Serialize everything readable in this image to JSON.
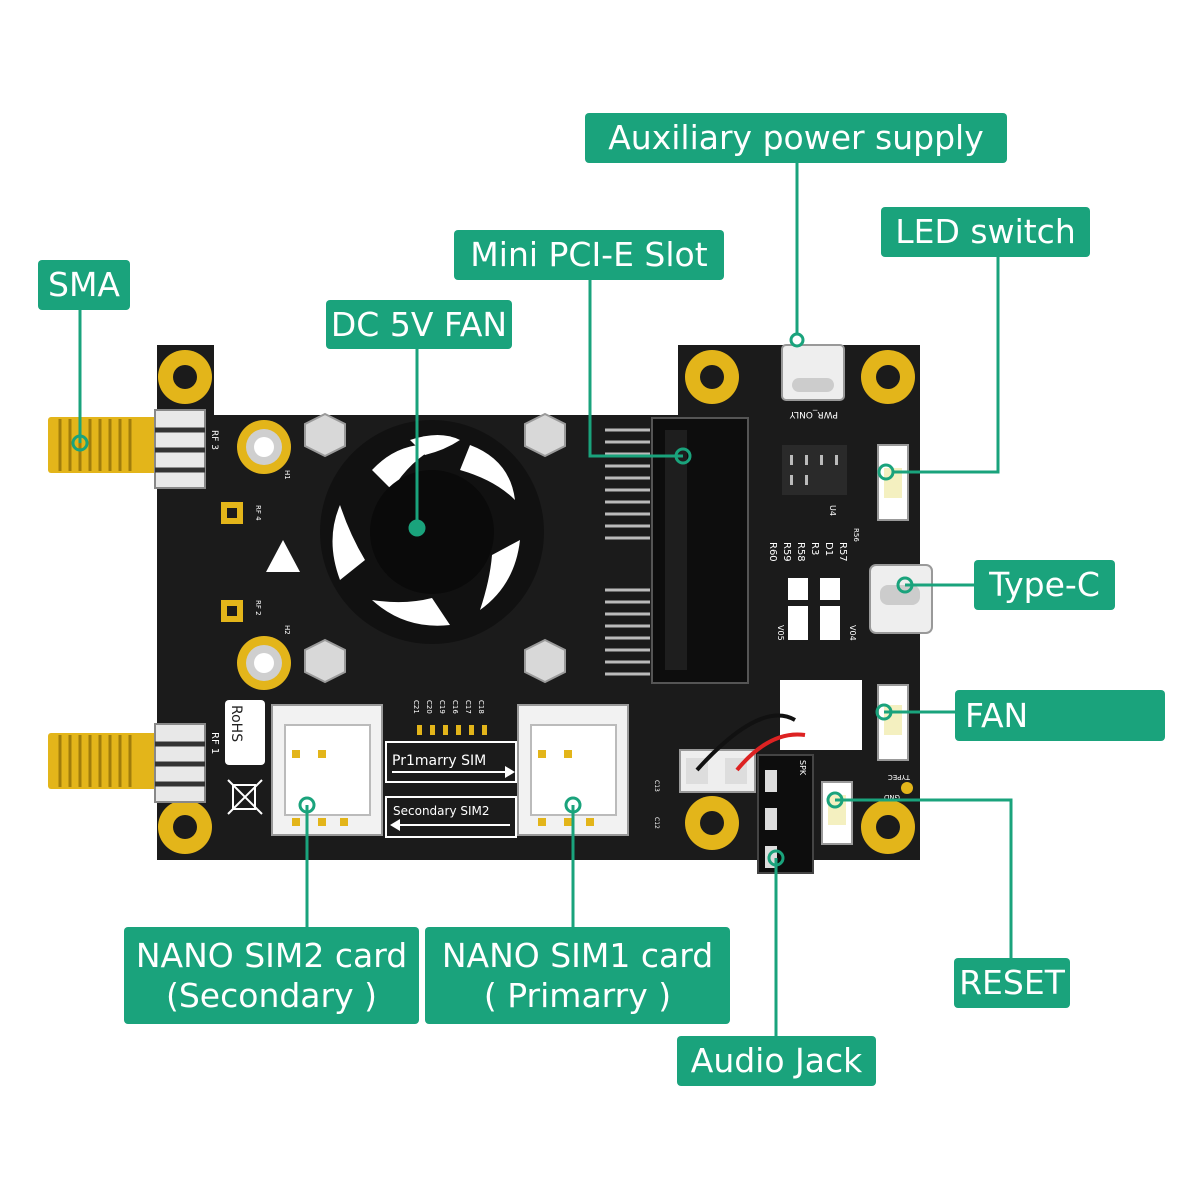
{
  "colors": {
    "label_bg": "#1aa37c",
    "label_text": "#ffffff",
    "leader": "#1aa37c",
    "board": "#1b1b1b",
    "gold": "#e3b51a",
    "fan_white": "#ffffff"
  },
  "callouts": {
    "aux_power": "Auxiliary power supply",
    "led_switch": "LED switch",
    "sma": "SMA",
    "mini_pcie": "Mini PCI-E Slot",
    "dc_fan": "DC 5V FAN",
    "type_c": "Type-C",
    "fan": "FAN",
    "reset": "RESET",
    "sim2_line1": "NANO SIM2 card",
    "sim2_line2": "(Secondary )",
    "sim1_line1": "NANO SIM1 card",
    "sim1_line2": "( Primarry )",
    "audio_jack": "Audio Jack"
  },
  "board": {
    "rf3": "RF 3",
    "rf1": "RF 1",
    "rf4": "RF 4",
    "rf2": "RF 2",
    "h1": "H1",
    "h2": "H2",
    "pwr_only": "PWR_ONLY",
    "u4": "U4",
    "resistors": [
      "R60",
      "R59",
      "R58",
      "R3",
      "D1",
      "R57",
      "R56"
    ],
    "v05": "V05",
    "v04": "V04",
    "rohs": "RoHS",
    "primary_sim": "Pr1marry   SIM",
    "secondary_sim": "Secondary   SIM2",
    "caps": [
      "C21",
      "C20",
      "C19",
      "C16",
      "C17",
      "C18"
    ],
    "spk": "SPK",
    "gnd": "GND",
    "typec_small": "TYPEC",
    "c13": "C13",
    "c12": "C12"
  }
}
